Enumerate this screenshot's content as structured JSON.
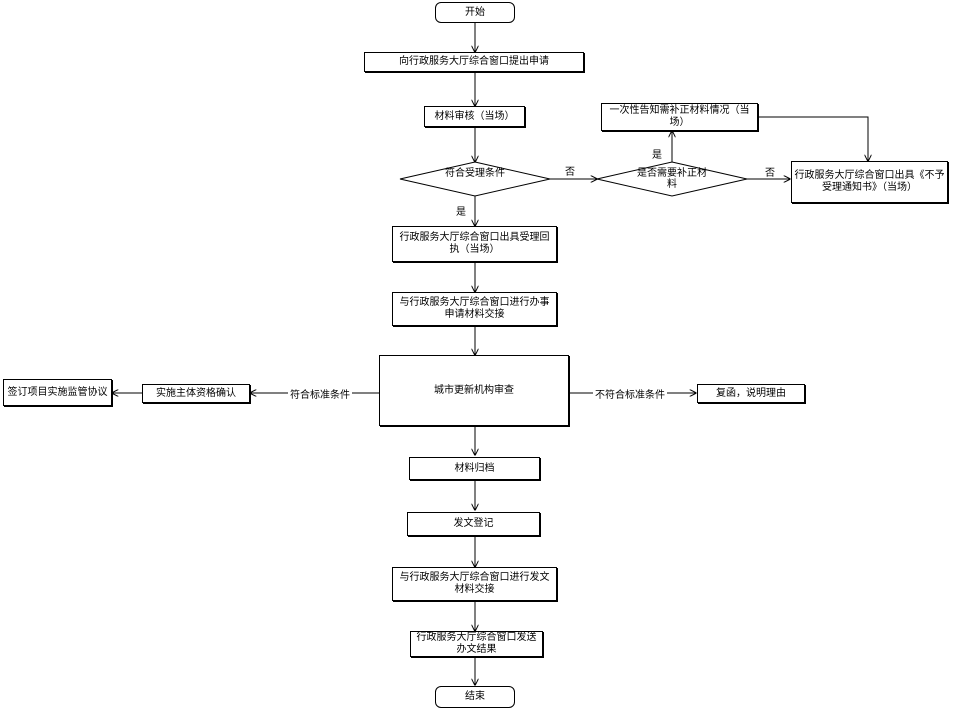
{
  "nodes": {
    "start": "开始",
    "submit": "向行政服务大厅综合窗口提出申请",
    "review": "材料审核（当场）",
    "accept_cond": "符合受理条件",
    "need_supp": "是否需要补正材料",
    "inform_supp": "一次性告知需补正材料情况（当场）",
    "reject_notice": "行政服务大厅综合窗口出具《不予受理通知书》（当场）",
    "receipt": "行政服务大厅综合窗口出具受理回执（当场）",
    "handover_apply": "与行政服务大厅综合窗口进行办事申请材料交接",
    "urban_review": "城市更新机构审查",
    "subject_confirm": "实施主体资格确认",
    "sign_agreement": "签订项目实施监管协议",
    "reply_reason": "复函，说明理由",
    "archive": "材料归档",
    "register": "发文登记",
    "handover_doc": "与行政服务大厅综合窗口进行发文材料交接",
    "send_result": "行政服务大厅综合窗口发送办文结果",
    "end": "结束"
  },
  "labels": {
    "yes_accept": "是",
    "no_accept": "否",
    "yes_supp": "是",
    "no_supp": "否",
    "meets": "符合标准条件",
    "not_meets": "不符合标准条件"
  }
}
